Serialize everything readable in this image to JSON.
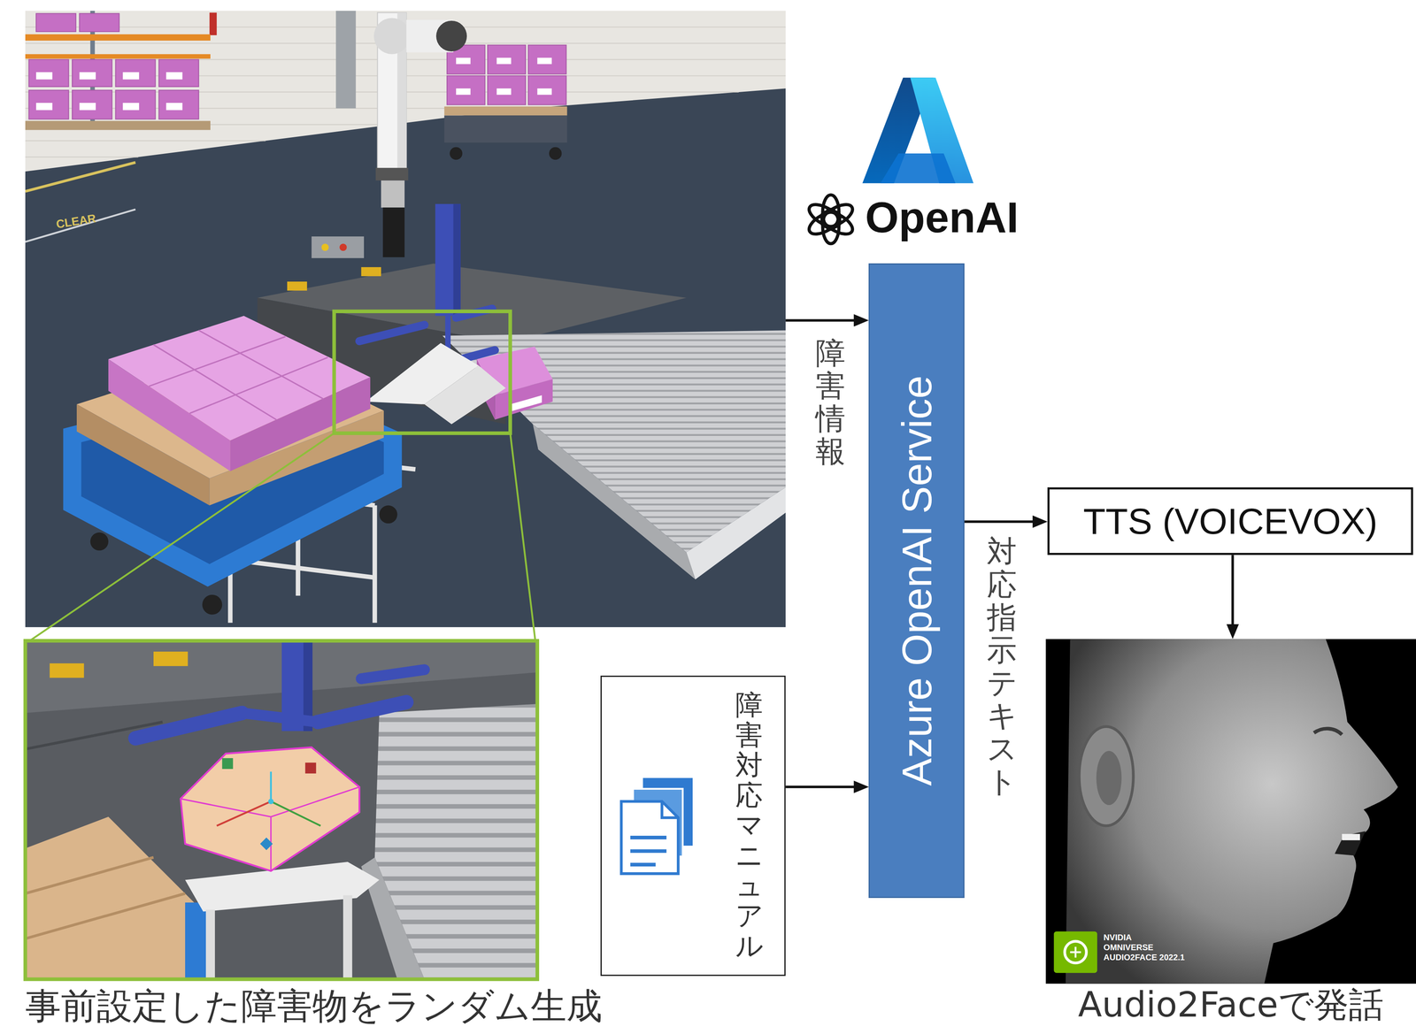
{
  "diagram": {
    "nodes": [
      {
        "text": [
          "CLEAR"
        ]
      },
      {
        "text": [
          "Azure OpenAI Service"
        ]
      },
      {
        "text": [
          "障害対応マニュアル"
        ]
      },
      {
        "text": [
          "TTS (VOICEVOX)"
        ]
      },
      {
        "text": [
          "Audio2Faceで発話"
        ]
      }
    ],
    "edges": [
      {
        "from": 0,
        "to": 1,
        "arrow": "to",
        "label": "障害情報"
      },
      {
        "from": 2,
        "to": 1,
        "arrow": "to"
      },
      {
        "from": 1,
        "to": 3,
        "arrow": "to",
        "label": "対応指示テキスト"
      },
      {
        "from": 3,
        "to": 4,
        "arrow": "to"
      }
    ],
    "labels": [
      "OpenAI",
      "事前設定した障害物をランダム生成",
      "NVIDIA",
      "OMNIVERSE",
      "AUDIO2FACE 2022.1"
    ]
  }
}
